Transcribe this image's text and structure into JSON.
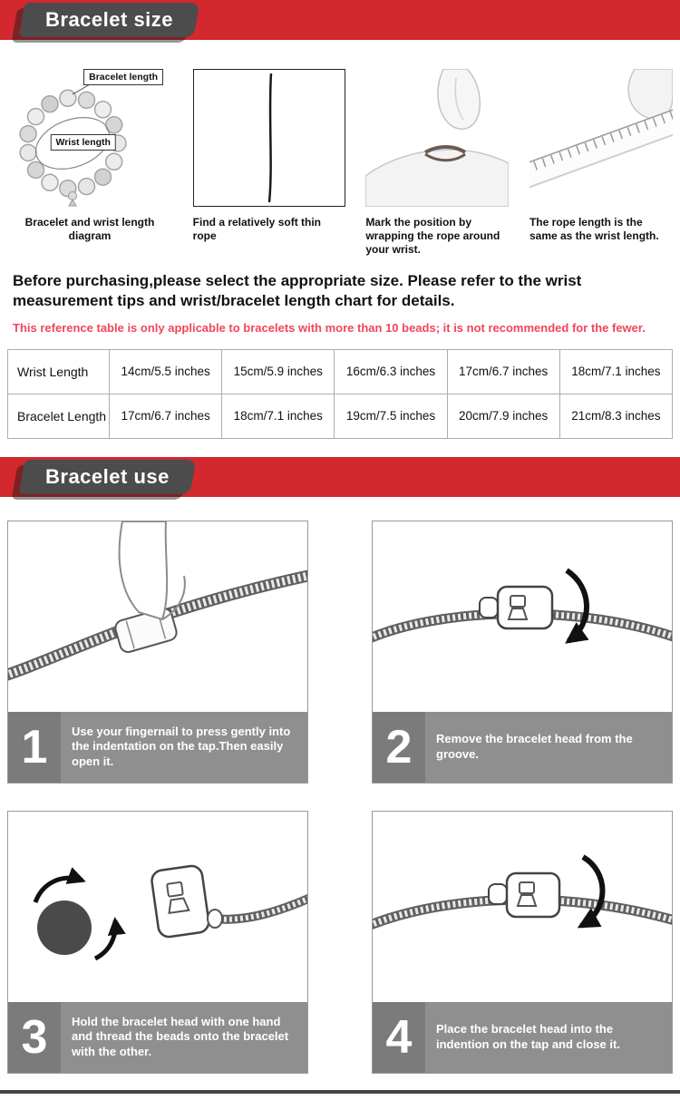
{
  "colors": {
    "accent_red": "#d2282e",
    "badge_gray": "#4c4c4c",
    "note_pink": "#f2455a",
    "bar_gray": "#8f8f8f",
    "num_gray": "#7b7b7b",
    "footer_line": "#444444"
  },
  "banners": {
    "size": "Bracelet size",
    "use": "Bracelet use"
  },
  "measure": {
    "cards": [
      {
        "caption": "Bracelet and wrist length diagram",
        "label_top": "Bracelet length",
        "label_inner": "Wrist length"
      },
      {
        "caption": "Find a relatively soft thin rope"
      },
      {
        "caption": "Mark the position by wrapping the rope around your wrist."
      },
      {
        "caption": "The rope length is the same as the wrist length."
      }
    ]
  },
  "intro": "Before purchasing,please select the appropriate size. Please refer to the wrist measurement tips and wrist/bracelet length chart for details.",
  "note": "This reference table is only applicable to bracelets with more than 10 beads; it is not recommended for the fewer.",
  "size_table": {
    "rows": [
      {
        "label": "Wrist Length",
        "values": [
          "14cm/5.5 inches",
          "15cm/5.9 inches",
          "16cm/6.3 inches",
          "17cm/6.7 inches",
          "18cm/7.1 inches"
        ]
      },
      {
        "label": "Bracelet Length",
        "values": [
          "17cm/6.7 inches",
          "18cm/7.1 inches",
          "19cm/7.5 inches",
          "20cm/7.9 inches",
          "21cm/8.3 inches"
        ]
      }
    ]
  },
  "use_steps": [
    {
      "num": "1",
      "text": "Use your fingernail to press gently into the indentation on the tap.Then easily open it."
    },
    {
      "num": "2",
      "text": "Remove the bracelet head from the groove."
    },
    {
      "num": "3",
      "text": "Hold the bracelet head with one hand and thread the beads onto the bracelet with the other."
    },
    {
      "num": "4",
      "text": "Place the bracelet head into the indention on the tap and close it."
    }
  ]
}
